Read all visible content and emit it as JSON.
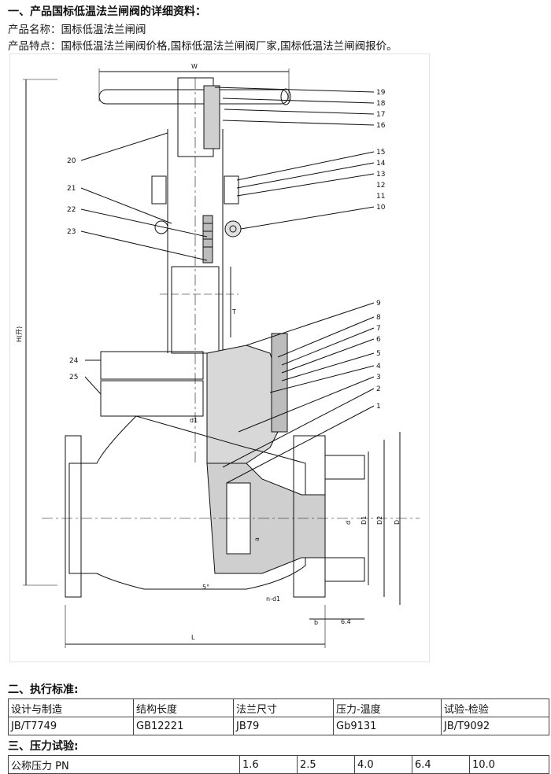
{
  "section1": {
    "heading": "一、产品国标低温法兰闸阀的详细资料：",
    "name_label": "产品名称：",
    "name_value": "国标低温法兰闸阀",
    "feature_label": "产品特点：",
    "feature_value": "国标低温法兰闸阀价格,国标低温法兰闸阀厂家,国标低温法兰闸阀报价。"
  },
  "drawing": {
    "part_numbers_right": [
      "19",
      "18",
      "17",
      "16",
      "15",
      "14",
      "13",
      "12",
      "11",
      "10",
      "9",
      "8",
      "7",
      "6",
      "5",
      "4",
      "3",
      "2",
      "1"
    ],
    "part_numbers_left": [
      "20",
      "21",
      "22",
      "23",
      "24",
      "25"
    ],
    "dimension_labels": {
      "W": "W",
      "H": "H(开)",
      "T": "T",
      "L": "L",
      "d1": "d1",
      "d": "d",
      "D1": "D1",
      "D2": "D2",
      "D": "D",
      "a": "a",
      "angle": "5°",
      "n_d1": "n-d1",
      "b": "b",
      "f": "6.4"
    }
  },
  "section2": {
    "heading": "二、执行标准:",
    "headers": [
      "设计与制造",
      "结构长度",
      "法兰尺寸",
      "压力-温度",
      "试验-检验"
    ],
    "values": [
      "JB/T7749",
      "GB12221",
      "JB79",
      "Gb9131",
      "JB/T9092"
    ]
  },
  "section3": {
    "heading": "三、压力试验:",
    "row_label": "公称压力 PN",
    "values": [
      "1.6",
      "2.5",
      "4.0",
      "6.4",
      "10.0"
    ]
  }
}
